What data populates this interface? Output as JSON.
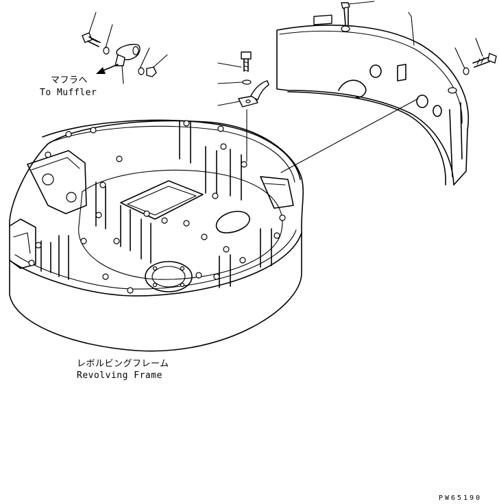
{
  "diagram": {
    "labels": {
      "muffler_jp": "マフラヘ",
      "muffler_en": "To Muffler",
      "frame_jp": "レボルビングフレーム",
      "frame_en": "Revolving Frame"
    },
    "drawing_code": "PW65190"
  }
}
